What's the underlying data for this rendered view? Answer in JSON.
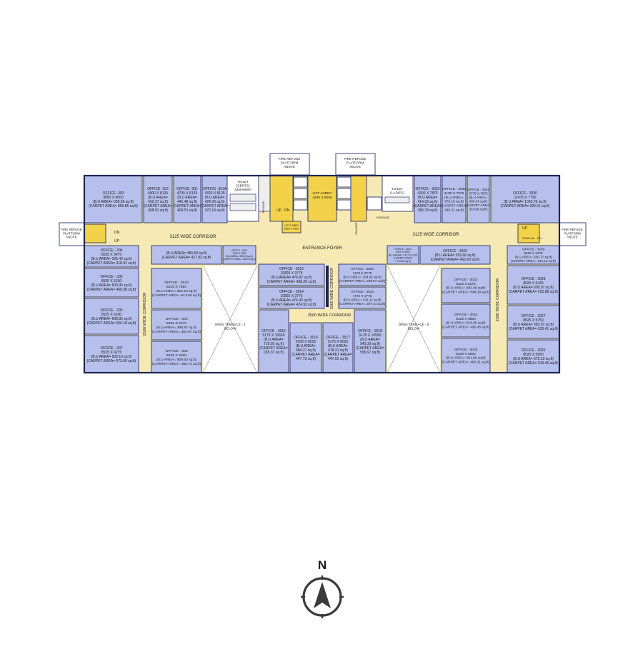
{
  "colors": {
    "office": "#b7c0ec",
    "corridor": "#f6e9b3",
    "core": "#f3d24a",
    "wall": "#27306a"
  },
  "labels": {
    "fire_refuge_1": [
      "FIRE REFUGE",
      "PLATFORM",
      "ABOVE"
    ],
    "fire_refuge_2": [
      "FIRE REFUGE",
      "PLATFORM",
      "ABOVE"
    ],
    "fire_refuge_left": [
      "FIRE REFUGE",
      "PLATFORM",
      "ABOVE"
    ],
    "fire_refuge_right": [
      "FIRE REFUGE",
      "PLATFORM",
      "ABOVE"
    ],
    "corridor_top_left": "3125 WIDE CORRIDOR",
    "corridor_top_right": "3125 WIDE CORRIDOR",
    "entrance_foyer": "ENTRANCE FOYER",
    "corridor_left_vert": "2500 WIDE CORRIDOR",
    "corridor_center_vert": "2500 WIDE CORRIDOR",
    "corridor_right_vert": "2500 WIDE CORRIDOR",
    "corridor_center_h": "2500 WIDE CORRIDOR",
    "open_terrace_left": [
      "OPEN TERRACE - 3",
      "BELOW"
    ],
    "open_terrace_right": [
      "OPEN TERRACE - 8",
      "BELOW"
    ],
    "lift_lobby": [
      "LIFT LOBBY",
      "4900 X 8000"
    ],
    "lift_lobby_small": [
      "LIFT LOBBY",
      "2000 X 4000"
    ],
    "toilet_gents": [
      "TOILET",
      "(GENTS)",
      "4350X8000"
    ],
    "toilet_ladies": [
      "TOILET",
      "(LADIES)"
    ],
    "passage": "PASSAGE",
    "up": "UP",
    "dn": "DN",
    "stair": "STAIR-4B",
    "north": "N"
  },
  "offices": [
    {
      "id": "303",
      "lines": [
        "OFFICE -303",
        "9950 X 8000",
        "(B.U AREA= 938.66 sq.ft)",
        "(CARPET AREA= 856.85 sq.ft)"
      ]
    },
    {
      "id": "302",
      "lines": [
        "OFFICE -302",
        "4000 X 8125",
        "(B.U AREA=",
        "432.37 sq.ft)",
        "(CARPET AREA=",
        "368.91 sq.ft)"
      ]
    },
    {
      "id": "301",
      "lines": [
        "OFFICE -301",
        "4700 X 8125",
        "(B.U AREA=",
        "441.48 sq.ft)",
        "(CARPET AREA=",
        "409.51 sq.ft)"
      ]
    },
    {
      "id": "301A",
      "lines": [
        "OFFICE -301A",
        "4325 X 8125",
        "(B.U AREA=",
        "424.30 sq.ft)",
        "(CARPET AREA=",
        "372.19 sq.ft)"
      ]
    },
    {
      "id": "3033",
      "lines": [
        "OFFICE - 3033",
        "4300 X 7875",
        "(B.U AREA=",
        "414.03 sq.ft)",
        "(CARPET AREA=",
        "386.33 sq.ft)"
      ]
    },
    {
      "id": "3032",
      "lines": [
        "OFFICE - 3032",
        "4100 X 7875",
        "(B.U AREA=",
        "375.19 sq.ft)",
        "(CARPET AREA=",
        "340.31 sq.ft)"
      ]
    },
    {
      "id": "3031",
      "lines": [
        "OFFICE - 3031",
        "3775 X 7875",
        "(B.U AREA=",
        "346.34 sq.ft)",
        "(CARPET AREA=",
        "319.96 sq.ft)"
      ]
    },
    {
      "id": "3030",
      "lines": [
        "OFFICE - 3030",
        "11475 X 7750",
        "(B.U AREA= 1020.76 sq.ft)",
        "(CARPET AREA= 925.51 sq.ft)"
      ]
    },
    {
      "id": "304",
      "lines": [
        "OFFICE - 304",
        "8525 X 3475",
        "(B.U AREA= 395.42 sq.ft)",
        "(CARPET AREA= 318.92 sq.ft)"
      ]
    },
    {
      "id": "305",
      "lines": [
        "OFFICE - 305",
        "8525 X 5100",
        "(B.U AREA= 503.96 sq.ft)",
        "(CARPET AREA= 468.38 sq.ft)"
      ]
    },
    {
      "id": "306",
      "lines": [
        "OFFICE - 306",
        "8525 X 6200",
        "(B.U AREA= 608.82 sq.ft)",
        "(CARPET AREA= 566.18 sq.ft)"
      ]
    },
    {
      "id": "307",
      "lines": [
        "OFFICE - 307",
        "8525 X 6275",
        "(B.U AREA= 633.10 sq.ft)",
        "(CARPET AREA= 573.60 sq.ft)"
      ]
    },
    {
      "id": "3011",
      "lines": [
        "(B.U AREA= 484.69 sq.ft)",
        "(CARPET AREA= 427.92 sq.ft)"
      ]
    },
    {
      "id": "3012",
      "lines": [
        "OFFICE - 3012",
        "2025 X 2000",
        "(B.U AREA= 265.28 sq.ft)",
        "(CARPET AREA= 165.92 sq.ft)"
      ]
    },
    {
      "id": "3010",
      "lines": [
        "OFFICE - 3010",
        "8225 X 7050",
        "(B.U AREA= 664.19 sq.ft)",
        "(CARPET AREA= 613.50 sq.ft)"
      ]
    },
    {
      "id": "309",
      "lines": [
        "OFFICE - 309",
        "8225 X 5270",
        "(B.U AREA= 498.87 sq.ft)",
        "(CARPET AREA= 464.97 sq.ft)"
      ]
    },
    {
      "id": "308",
      "lines": [
        "OFFICE - 308",
        "8225 X 5000",
        "(B.U AREA= 509.53 sq.ft)",
        "(CARPET AREA= 466.73 sq.ft)"
      ]
    },
    {
      "id": "3013",
      "lines": [
        "OFFICE - 3013",
        "10825 X 3775",
        "(B.U AREA= 476.82 sq.ft)",
        "(CARPET AREA= 438.28 sq.ft)"
      ]
    },
    {
      "id": "3014",
      "lines": [
        "OFFICE - 3014",
        "10825 X 3775",
        "(B.U AREA= 476.42 sq.ft)",
        "(CARPET AREA= 424.93 sq.ft)"
      ]
    },
    {
      "id": "3020",
      "lines": [
        "OFFICE - 3020",
        "7475 X 3775",
        "(B.U AREA= 334.62 sq.ft)",
        "(CARPET AREA= 299.97 sq.ft)"
      ]
    },
    {
      "id": "3019",
      "lines": [
        "OFFICE - 3019",
        "7475 X 3775",
        "(B.U AREA= 331.11 sq.ft)",
        "(CARPET AREA= 297.41 sq.ft)"
      ]
    },
    {
      "id": "3021",
      "lines": [
        "OFFICE - 3021",
        "5500 X 3600",
        "(B.U AREA= 232.70 sq.ft)",
        "(CARPET AREA",
        "= 210.09 sq.ft)"
      ]
    },
    {
      "id": "3022",
      "lines": [
        "OFFICE - 3022",
        "(B.U AREA= 515.66 sq.ft)",
        "(CARPET AREA= 462.60 sq.ft)"
      ]
    },
    {
      "id": "3029",
      "lines": [
        "OFFICE - 3029",
        "8525 X 3475",
        "(B.U AREA= 336.77 sq.ft)",
        "(CARPET AREA= 314.13 sq.ft)"
      ]
    },
    {
      "id": "3023",
      "lines": [
        "OFFICE - 3023",
        "8225 X 6275",
        "(B.U AREA= 582.49 sq.ft)",
        "(CARPET AREA= 548.19 sq.ft)"
      ]
    },
    {
      "id": "3024",
      "lines": [
        "OFFICE - 3024",
        "8225 X 5650",
        "(B.U AREA= 534.06 sq.ft)",
        "(CARPET AREA= 495.45 sq.ft)"
      ]
    },
    {
      "id": "3025",
      "lines": [
        "OFFICE - 3025",
        "8225 X 5650",
        "(B.U AREA= 501.86 sq.ft)",
        "(CARPET AREA= 460.31 sq.ft)"
      ]
    },
    {
      "id": "3028",
      "lines": [
        "OFFICE - 3028",
        "8525 X 6425",
        "(B.U AREA= 609.97 sq.ft)",
        "(CARPET AREA= 552.88 sq.ft)"
      ]
    },
    {
      "id": "3027",
      "lines": [
        "OFFICE - 3027",
        "8525 X 5750",
        "(B.U AREA= 582.01 sq.ft)",
        "(CARPET AREA= 525.41 sq.ft)"
      ]
    },
    {
      "id": "3026",
      "lines": [
        "OFFICE - 3026",
        "8525 X 5650",
        "(B.U AREA= 575.23 sq.ft)",
        "(CARPET AREA= 516.46 sq.ft)"
      ]
    },
    {
      "id": "3015",
      "lines": [
        "OFFICE - 3015",
        "5175 X 10650",
        "(B.U AREA=",
        "716.92 sq.ft)",
        "(CARPET AREA=",
        "655.37 sq.ft)"
      ]
    },
    {
      "id": "3016",
      "lines": [
        "OFFICE - 3016",
        "5250 X 8025",
        "(B.U AREA=",
        "484.27 sq.ft)",
        "(CARPET AREA=",
        "447.73 sq.ft)"
      ]
    },
    {
      "id": "3017",
      "lines": [
        "OFFICE - 3017",
        "5175 X 8025",
        "(B.U AREA=",
        "478.21 sq.ft)",
        "(CARPET AREA=",
        "447.02 sq.ft)"
      ]
    },
    {
      "id": "3018",
      "lines": [
        "OFFICE - 3018",
        "5125 X 10550",
        "(B.U AREA=",
        "543.39 sq.ft)",
        "(CARPET AREA=",
        "595.97 sq.ft)"
      ]
    }
  ]
}
